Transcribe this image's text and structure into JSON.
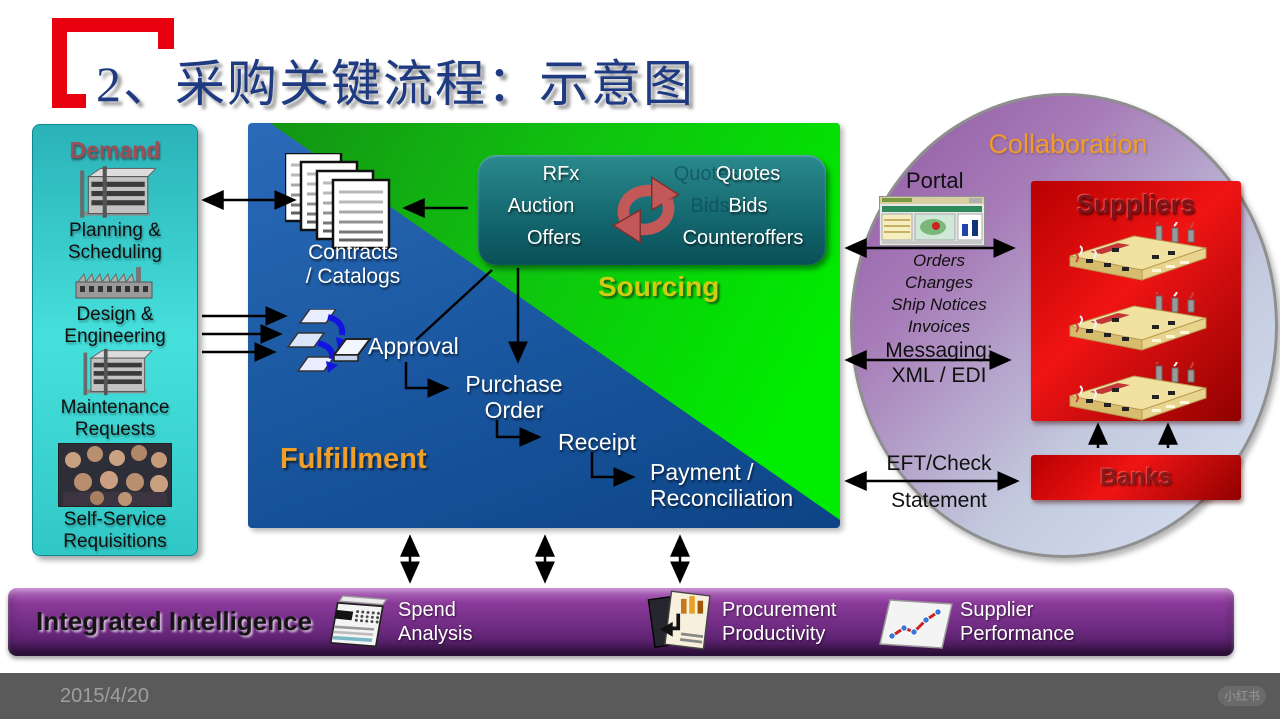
{
  "slide": {
    "title": "2、采购关键流程：示意图",
    "date": "2015/4/20",
    "watermark": "小红书"
  },
  "demand": {
    "title": "Demand",
    "items": [
      {
        "icon": "office-building-icon",
        "label": "Planning &\nScheduling"
      },
      {
        "icon": "factory-small-icon",
        "label": "Design &\nEngineering"
      },
      {
        "icon": "office-building-icon",
        "label": "Maintenance\nRequests"
      },
      {
        "icon": "people-photo",
        "label": "Self-Service\nRequisitions"
      }
    ]
  },
  "process": {
    "contracts_label": "Contracts\n/ Catalogs",
    "sourcing_label": "Sourcing",
    "fulfillment_label": "Fulfillment",
    "rfx_box": {
      "left": [
        "RFx",
        "Auction",
        "Offers"
      ],
      "right": [
        "Quotes",
        "Bids",
        "Counteroffers"
      ]
    },
    "steps": {
      "approval": "Approval",
      "purchase_order": "Purchase\nOrder",
      "receipt": "Receipt",
      "payment": "Payment /\nReconciliation"
    }
  },
  "collaboration": {
    "title": "Collaboration",
    "portal_label": "Portal",
    "doc_flow": [
      "Orders",
      "Changes",
      "Ship Notices",
      "Invoices"
    ],
    "messaging_label": "Messaging:",
    "messaging_value": "XML / EDI",
    "eft_label": "EFT/Check",
    "statement_label": "Statement",
    "suppliers_label": "Suppliers",
    "banks_label": "Banks"
  },
  "intelligence": {
    "title": "Integrated Intelligence",
    "items": [
      {
        "icon": "spend-analysis-icon",
        "label": "Spend\nAnalysis"
      },
      {
        "icon": "procurement-productivity-icon",
        "label": "Procurement\nProductivity"
      },
      {
        "icon": "supplier-performance-icon",
        "label": "Supplier\nPerformance"
      }
    ]
  },
  "colors": {
    "title_blue": "#1e3a80",
    "bracket_red": "#e8000e",
    "demand_teal": "#2ab2b8",
    "demand_title_red": "#9c4f58",
    "process_blue": "#1a57a0",
    "process_green": "#10c010",
    "rfx_teal": "#106068",
    "sourcing_yellow": "#d0cc10",
    "fulfillment_orange": "#f0a028",
    "collaboration_orange": "#f09c28",
    "ellipse_purple": "#8f57a3",
    "supplier_red": "#e01010",
    "intel_purple": "#7d3190",
    "footer_gray": "#5a5a5a"
  }
}
